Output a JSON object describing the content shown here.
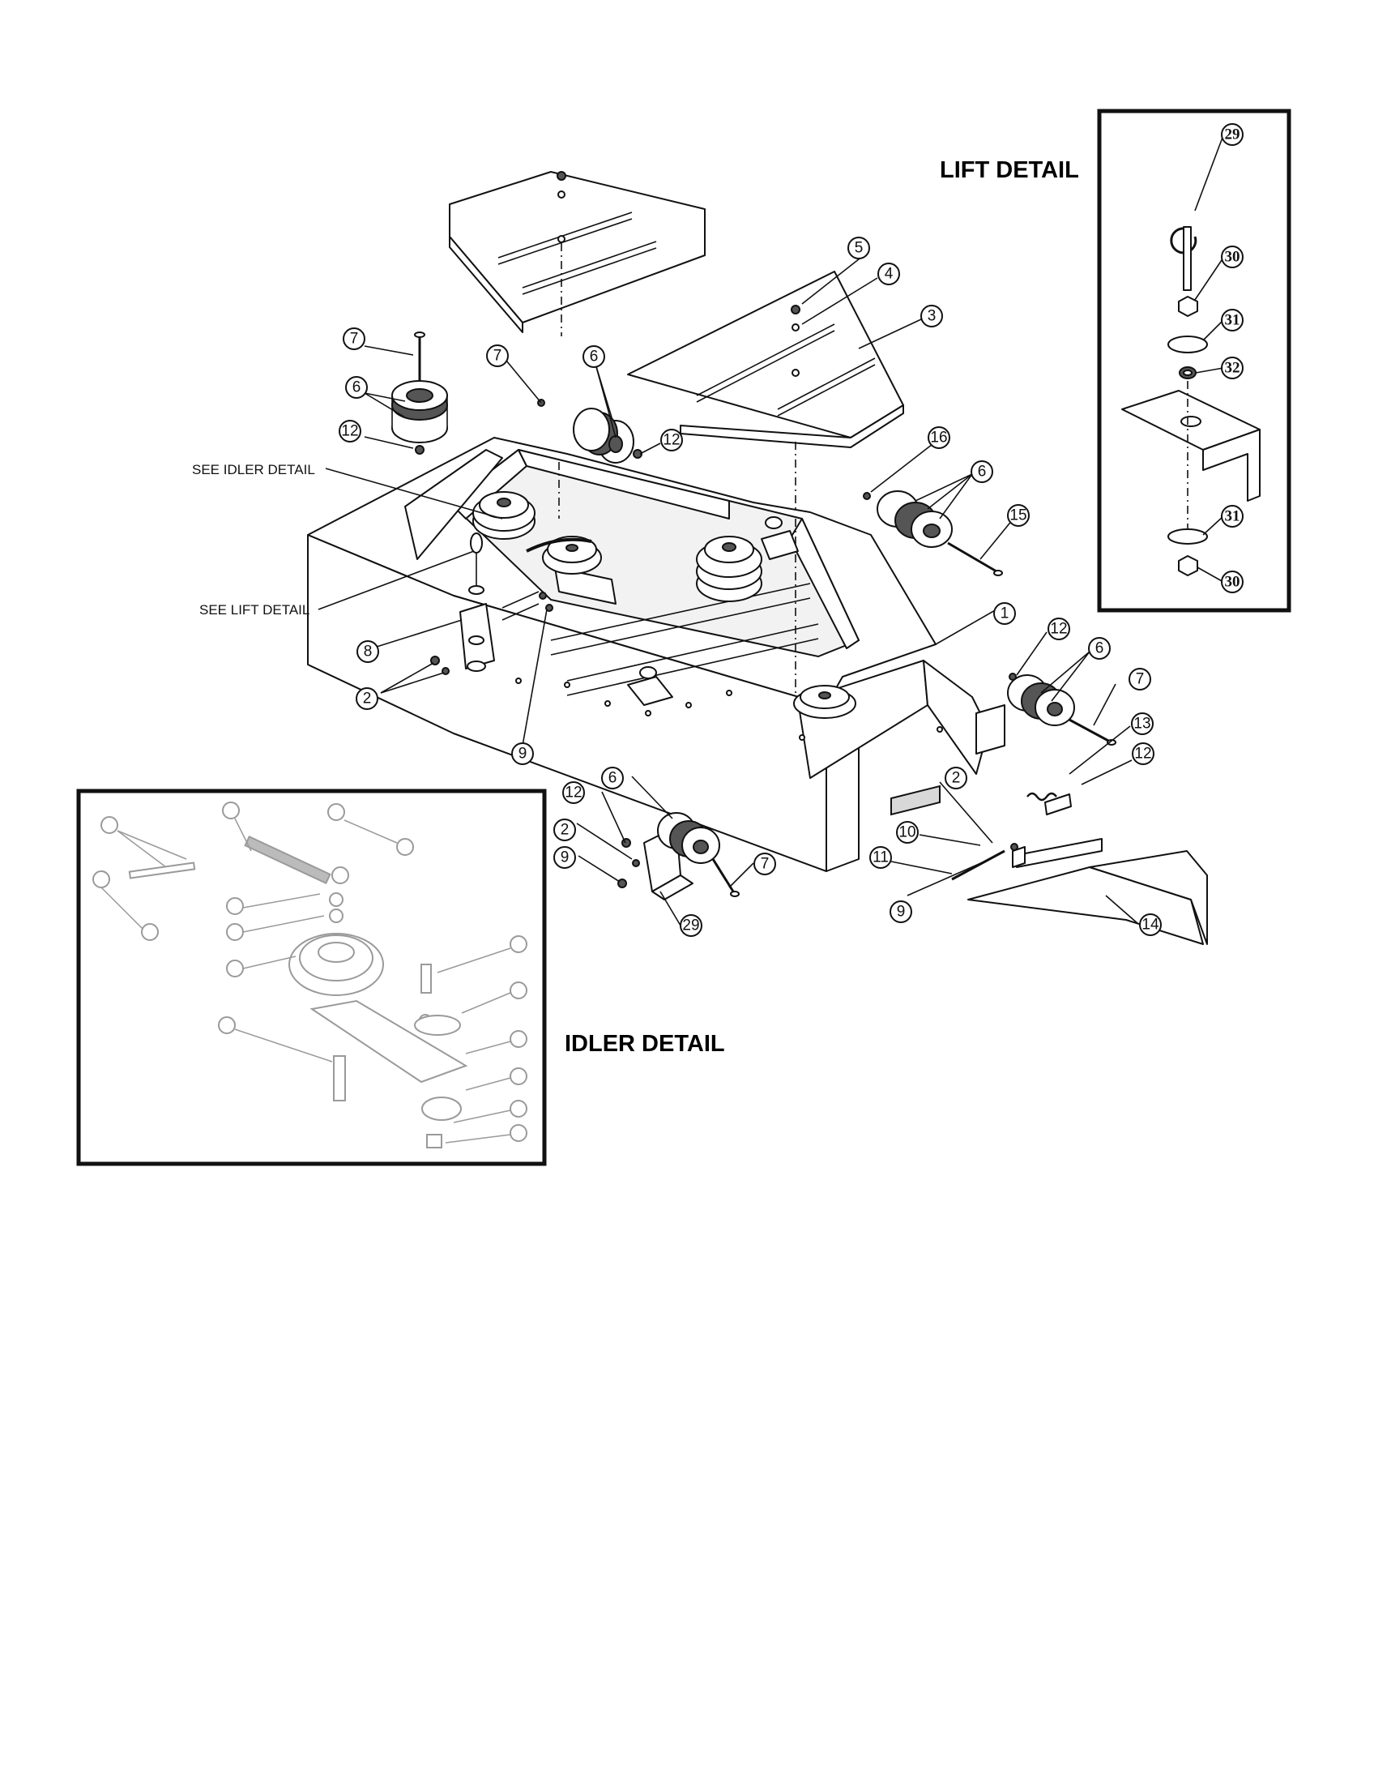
{
  "detail_titles": {
    "lift": "LIFT DETAIL",
    "idler": "IDLER DETAIL"
  },
  "notes": {
    "see_idler": "SEE IDLER DETAIL",
    "see_lift": "SEE LIFT DETAIL"
  },
  "callouts": {
    "c1": "1",
    "c2a": "2",
    "c2b": "2",
    "c2c": "2",
    "c3": "3",
    "c4": "4",
    "c5": "5",
    "c6a": "6",
    "c6b": "6",
    "c6c": "6",
    "c6d": "6",
    "c6e": "6",
    "c7a": "7",
    "c7b": "7",
    "c7c": "7",
    "c7d": "7",
    "c8": "8",
    "c9a": "9",
    "c9b": "9",
    "c9c": "9",
    "c10": "10",
    "c11": "11",
    "c12a": "12",
    "c12b": "12",
    "c12c": "12",
    "c12d": "12",
    "c12e": "12",
    "c13": "13",
    "c14": "14",
    "c15": "15",
    "c16": "16",
    "c29b": "29"
  },
  "lift_callouts": {
    "c29": "29",
    "c30a": "30",
    "c31a": "31",
    "c32": "32",
    "c31b": "31",
    "c30b": "30"
  }
}
